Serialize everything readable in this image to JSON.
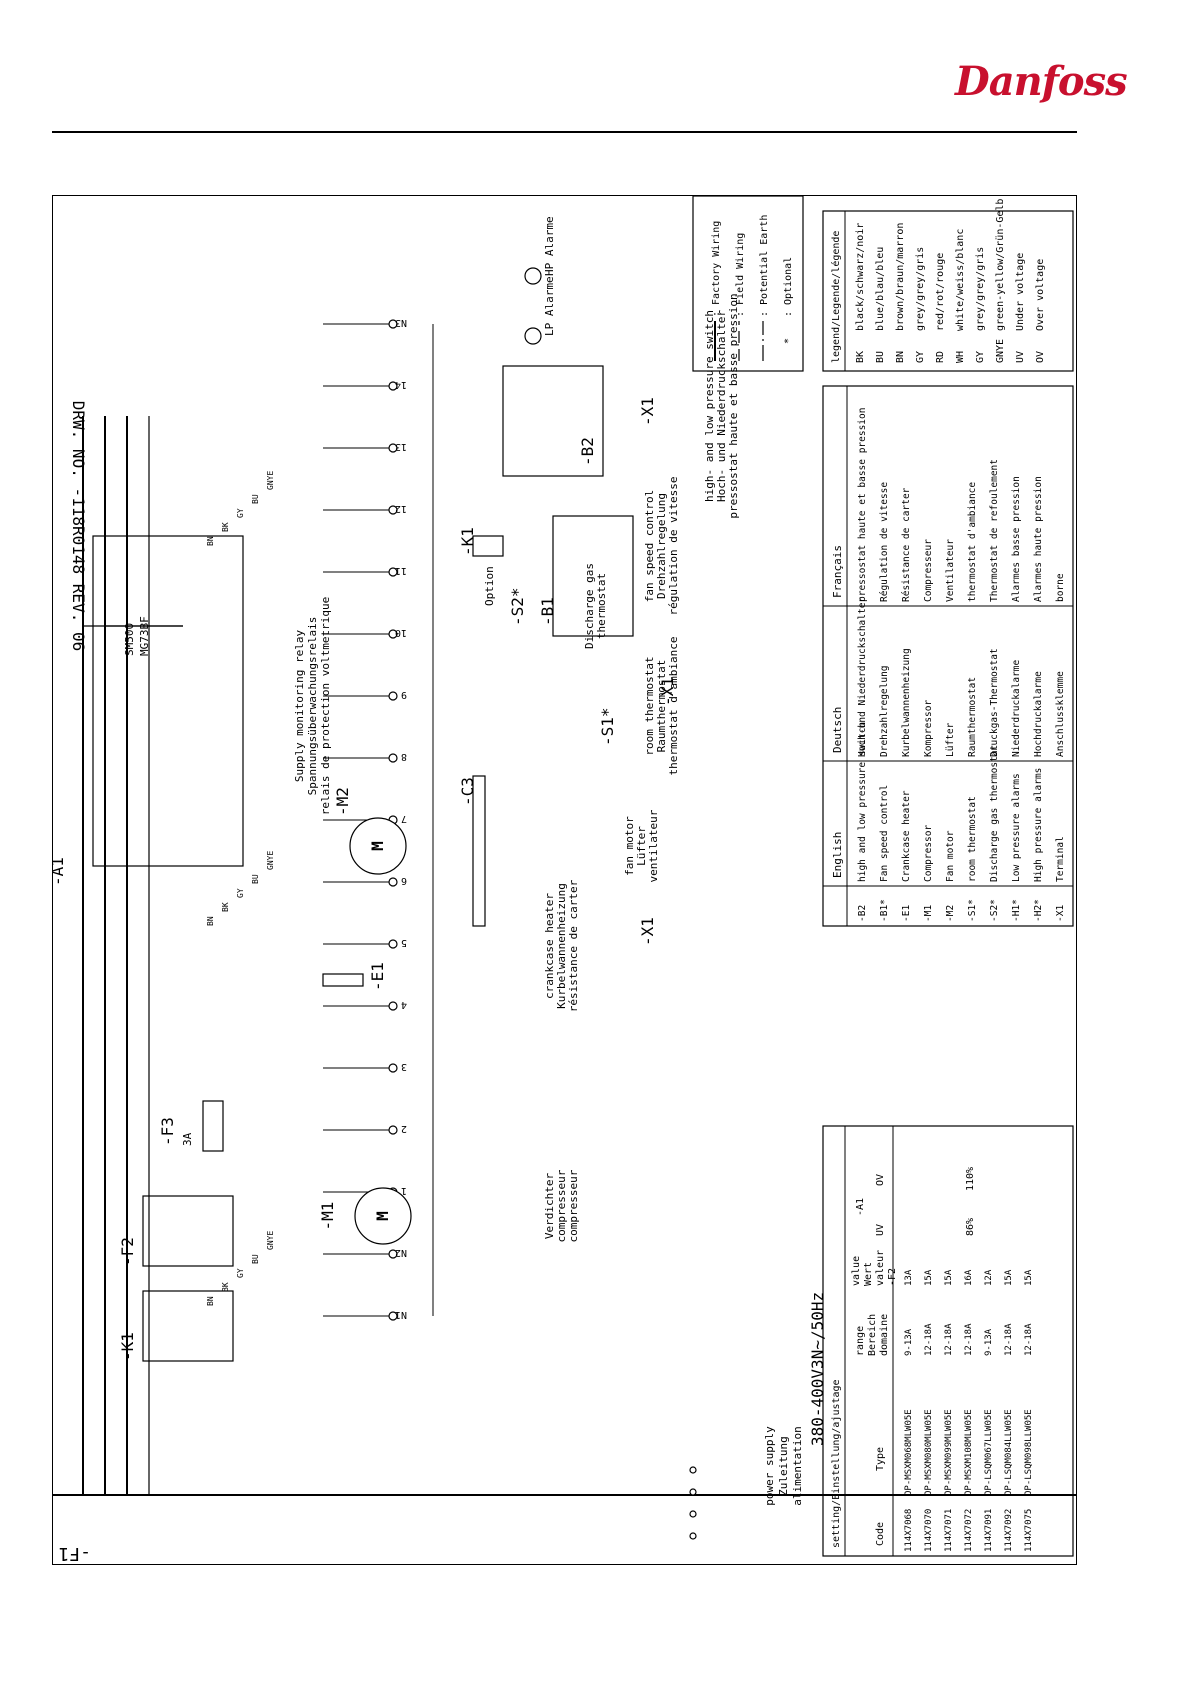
{
  "brand": {
    "logo_text": "Danfoss"
  },
  "drawing": {
    "number": "DRW. NO. -118R0148 REV. 06",
    "power_supply": [
      "power supply",
      "Zuleitung",
      "alimentation"
    ],
    "supply_voltage": "380-400V3N~/50Hz",
    "relay_title": [
      "Supply monitoring relay",
      "Spannungsüberwachungsrelais",
      "relais de protection voltmetrique"
    ],
    "relay_model": [
      "SM500",
      "MG73BF"
    ],
    "crankcase": [
      "crankcase heater",
      "Kurbelwannenheizung",
      "résistance de carter"
    ],
    "compressor": [
      "Verdichter",
      "compresseur",
      "compresseur"
    ],
    "fan_motor": [
      "fan motor",
      "Lüfter",
      "ventilateur"
    ],
    "room_thermostat": [
      "room thermostat",
      "Raumthermostat",
      "thermostat d'ambiance"
    ],
    "discharge_thermostat": [
      "Discharge gas",
      "thermostat"
    ],
    "fan_speed": [
      "fan speed control",
      "Drehzahlregelung",
      "régulation de vitesse"
    ],
    "option_label": "Option",
    "hplp": [
      "high- and low pressure switch",
      "Hoch- und Niederdruckschalter",
      "pressostat haute et basse pression"
    ],
    "hp_alarm": "HP Alarme",
    "lp_alarm": "LP Alarme",
    "components": [
      "-F1",
      "-K1",
      "-F2",
      "-M1",
      "-F3",
      "3A",
      "-E1",
      "-X1",
      "-A1",
      "-C3",
      "-M2",
      "-S1*",
      "-S2*",
      "-B1",
      "-K1",
      "-B2",
      "-X1",
      "-X1"
    ],
    "terminals": [
      "N1",
      "N2",
      "1",
      "2",
      "3",
      "4",
      "5",
      "6",
      "7",
      "8",
      "9",
      "10",
      "11",
      "12",
      "13",
      "14",
      "N3"
    ],
    "wire_colors": [
      "BN",
      "BK",
      "GY",
      "BU",
      "GNYE"
    ]
  },
  "line_styles": {
    "title": "",
    "items": [
      {
        "label": ": Factory Wiring"
      },
      {
        "label": ": Field Wiring"
      },
      {
        "label": ": Potential Earth"
      },
      {
        "label": ": Optional",
        "symbol": "*"
      }
    ]
  },
  "color_legend": {
    "title": "legend/Legende/légende",
    "rows": [
      {
        "code": "BK",
        "text": "black/schwarz/noir"
      },
      {
        "code": "BU",
        "text": "blue/blau/bleu"
      },
      {
        "code": "BN",
        "text": "brown/braun/marron"
      },
      {
        "code": "GY",
        "text": "grey/grey/gris"
      },
      {
        "code": "RD",
        "text": "red/rot/rouge"
      },
      {
        "code": "WH",
        "text": "white/weiss/blanc"
      },
      {
        "code": "GY",
        "text": "grey/grey/gris"
      },
      {
        "code": "GNYE",
        "text": "green-yellow/Grün-Gelb /Vert-jaune"
      },
      {
        "code": "UV",
        "text": "Under voltage"
      },
      {
        "code": "OV",
        "text": "Over voltage"
      }
    ]
  },
  "component_table": {
    "headers": [
      "",
      "English",
      "Deutsch",
      "Français"
    ],
    "rows": [
      [
        "-B2",
        "high and low pressure switch",
        "Hoch-und Niederdruckschalter",
        "pressostat haute et basse pression"
      ],
      [
        "-B1*",
        "Fan speed control",
        "Drehzahlregelung",
        "Régulation de vitesse"
      ],
      [
        "-E1",
        "Crankcase heater",
        "Kurbelwannenheizung",
        "Résistance de carter"
      ],
      [
        "-M1",
        "Compressor",
        "Kompressor",
        "Compresseur"
      ],
      [
        "-M2",
        "Fan motor",
        "Lüfter",
        "Ventilateur"
      ],
      [
        "-S1*",
        "room thermostat",
        "Raumthermostat",
        "thermostat d'ambiance"
      ],
      [
        "-S2*",
        "Discharge gas thermostat",
        "Druckgas-Thermostat",
        "Thermostat de refoulement"
      ],
      [
        "-H1*",
        "Low pressure alarms",
        "Niederdruckalarme",
        "Alarmes basse pression"
      ],
      [
        "-H2*",
        "High pressure alarms",
        "Hochdruckalarme",
        "Alarmes haute pression"
      ],
      [
        "-X1",
        "Terminal",
        "Anschlussklemme",
        "borne"
      ]
    ]
  },
  "settings_table": {
    "title": "setting/Einstellung/ajustage",
    "h_code": "Code",
    "h_type": "Type",
    "h_range": [
      "range",
      "Bereich",
      "domaine"
    ],
    "h_value": [
      "value",
      "Wert",
      "valeur",
      "-F2"
    ],
    "h_a1": "-A1",
    "h_uv": "UV",
    "h_ov": "OV",
    "uv_value": "86%",
    "ov_value": "110%",
    "rows": [
      [
        "114X7068",
        "OP-MSXM068MLW05E",
        "9-13A",
        "13A"
      ],
      [
        "114X7070",
        "OP-MSXM080MLW05E",
        "12-18A",
        "15A"
      ],
      [
        "114X7071",
        "OP-MSXM099MLW05E",
        "12-18A",
        "15A"
      ],
      [
        "114X7072",
        "OP-MSXM108MLW05E",
        "12-18A",
        "16A"
      ],
      [
        "114X7091",
        "OP-LSQM067LLW05E",
        "9-13A",
        "12A"
      ],
      [
        "114X7092",
        "OP-LSQM084LLW05E",
        "12-18A",
        "15A"
      ],
      [
        "114X7075",
        "OP-LSQM098LLW05E",
        "12-18A",
        "15A"
      ]
    ]
  },
  "page_number": ""
}
